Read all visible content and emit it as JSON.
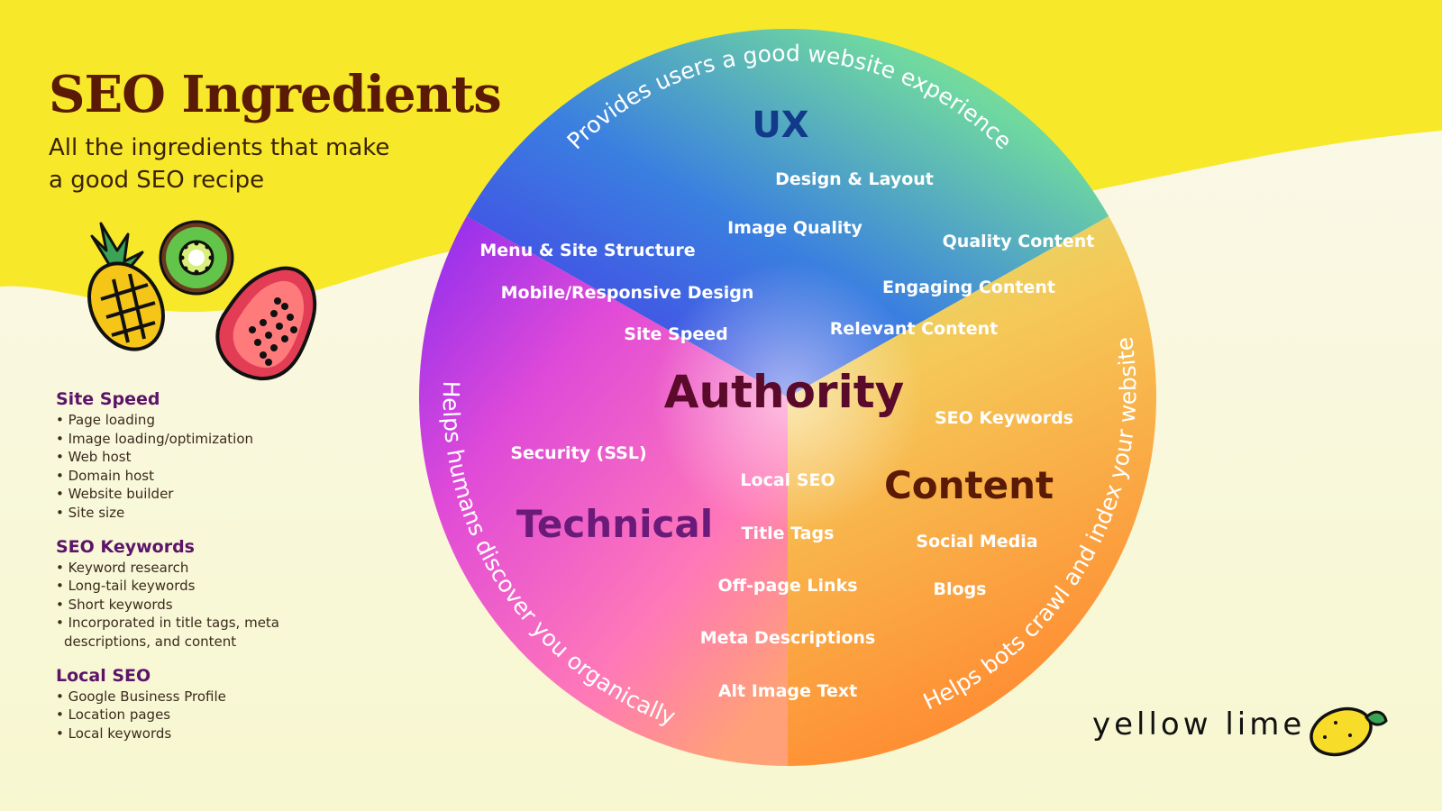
{
  "header": {
    "title": "SEO Ingredients",
    "subtitle_lines": [
      "All the ingredients that make",
      "a good SEO recipe"
    ]
  },
  "legend": [
    {
      "title": "Site Speed",
      "items": [
        "Page loading",
        "Image loading/optimization",
        "Web host",
        "Domain host",
        "Website builder",
        "Site size"
      ]
    },
    {
      "title": "SEO Keywords",
      "items": [
        "Keyword research",
        "Long-tail keywords",
        "Short keywords",
        "Incorporated in title tags, meta descriptions, and content"
      ]
    },
    {
      "title": "Local SEO",
      "items": [
        "Google Business Profile",
        "Location pages",
        "Local keywords"
      ]
    }
  ],
  "wheel": {
    "center_label": "Authority",
    "sections": {
      "ux": {
        "label": "UX",
        "color": "#123a8a"
      },
      "content": {
        "label": "Content",
        "color": "#5a1a05"
      },
      "technical": {
        "label": "Technical",
        "color": "#6a1a78"
      }
    },
    "arc_texts": {
      "top": "Provides users a good website experience",
      "left": "Helps humans discover you organically",
      "right": "Helps bots crawl and index your website"
    },
    "ingredients": {
      "design_layout": "Design & Layout",
      "image_quality": "Image Quality",
      "menu_site_structure": "Menu & Site Structure",
      "mobile_responsive": "Mobile/Responsive Design",
      "site_speed": "Site Speed",
      "quality_content": "Quality Content",
      "engaging_content": "Engaging Content",
      "relevant_content": "Relevant Content",
      "seo_keywords": "SEO Keywords",
      "security_ssl": "Security (SSL)",
      "local_seo": "Local SEO",
      "title_tags": "Title Tags",
      "off_page_links": "Off-page Links",
      "meta_descriptions": "Meta Descriptions",
      "alt_image_text": "Alt Image Text",
      "social_media": "Social Media",
      "blogs": "Blogs"
    }
  },
  "brand": {
    "name": "yellow lime"
  },
  "colors": {
    "background_yellow": "#f7e92a",
    "title": "#5a1a05",
    "legend_title": "#5c1468",
    "ingredient_text": "#ffffff"
  },
  "icons": [
    "pineapple-icon",
    "kiwi-icon",
    "papaya-icon",
    "lemon-icon"
  ]
}
